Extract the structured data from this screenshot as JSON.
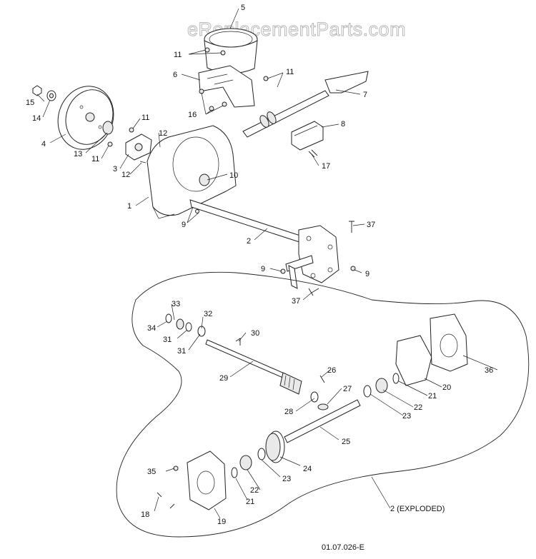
{
  "watermark": "eReplacementParts.com",
  "drawing_code": "01.07.026-E",
  "exploded_label": "2 (EXPLODED)",
  "callouts": {
    "c1": "1",
    "c2": "2",
    "c3": "3",
    "c4": "4",
    "c5": "5",
    "c6": "6",
    "c7": "7",
    "c8": "8",
    "c9a": "9",
    "c9b": "9",
    "c9c": "9",
    "c10": "10",
    "c11a": "11",
    "c11b": "11",
    "c11c": "11",
    "c11d": "11",
    "c12a": "12",
    "c12b": "12",
    "c13": "13",
    "c14": "14",
    "c15": "15",
    "c16": "16",
    "c17": "17",
    "c18": "18",
    "c19": "19",
    "c20": "20",
    "c21a": "21",
    "c21b": "21",
    "c22a": "22",
    "c22b": "22",
    "c23a": "23",
    "c23b": "23",
    "c24": "24",
    "c25": "25",
    "c26": "26",
    "c27": "27",
    "c28": "28",
    "c29": "29",
    "c30": "30",
    "c31a": "31",
    "c31b": "31",
    "c32": "32",
    "c33": "33",
    "c34": "34",
    "c35": "35",
    "c36": "36",
    "c37a": "37",
    "c37b": "37"
  }
}
